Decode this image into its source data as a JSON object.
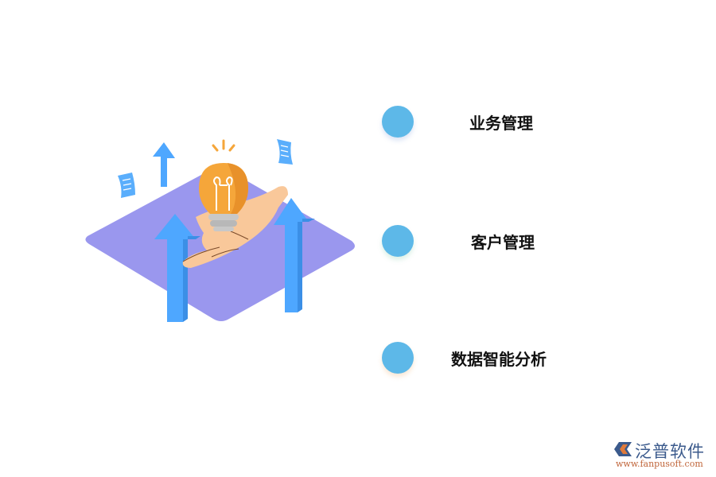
{
  "illustration": {
    "description": "isometric purple platform with hand holding light bulb, blue upward arrows and floating documents",
    "colors": {
      "platform": "#9a97ee",
      "arrow": "#4ea7ff",
      "arrow_side": "#3b8fe6",
      "bulb": "#f5a63a",
      "bulb_shade": "#e8912a",
      "bulb_base": "#bdbdbd",
      "hand": "#f9c89a",
      "paper": "#5aaefc"
    }
  },
  "features": [
    {
      "label": "业务管理",
      "dot_color": "#5db8e8"
    },
    {
      "label": "客户管理",
      "dot_color": "#5db8e8"
    },
    {
      "label": "数据智能分析",
      "dot_color": "#5db8e8"
    }
  ],
  "brand": {
    "name": "泛普软件",
    "url": "www.fanpusoft.com",
    "logo_colors": {
      "blue": "#3b5a8c",
      "orange": "#e07a3a"
    }
  }
}
